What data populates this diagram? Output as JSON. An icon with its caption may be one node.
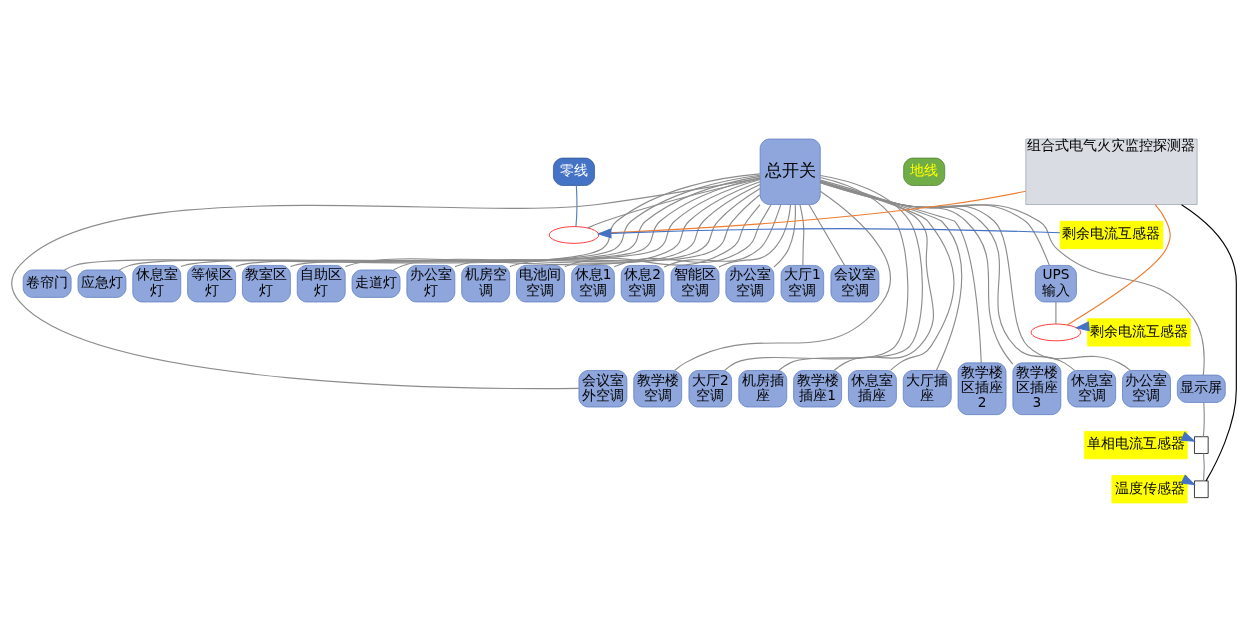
{
  "diagram": {
    "nodes": [
      {
        "text": [
          "零线"
        ]
      },
      {
        "text": [
          "总开关"
        ]
      },
      {
        "text": [
          "地线"
        ]
      },
      {
        "text": [
          "组合式电气火灾监控探测器"
        ]
      },
      {
        "text": [],
        "shape": "ellipse"
      },
      {
        "text": [
          "剩余电流互感器"
        ]
      },
      {
        "text": [
          "卷帘门"
        ]
      },
      {
        "text": [
          "应急灯"
        ]
      },
      {
        "text": [
          "休息室灯"
        ]
      },
      {
        "text": [
          "等候区灯"
        ]
      },
      {
        "text": [
          "教室区灯"
        ]
      },
      {
        "text": [
          "自助区灯"
        ]
      },
      {
        "text": [
          "走道灯"
        ]
      },
      {
        "text": [
          "办公室灯"
        ]
      },
      {
        "text": [
          "机房空调"
        ]
      },
      {
        "text": [
          "电池间空调"
        ]
      },
      {
        "text": [
          "休息1空调"
        ]
      },
      {
        "text": [
          "休息2空调"
        ]
      },
      {
        "text": [
          "智能区空调"
        ]
      },
      {
        "text": [
          "办公室空调"
        ]
      },
      {
        "text": [
          "大厅1空调"
        ]
      },
      {
        "text": [
          "会议室空调"
        ]
      },
      {
        "text": [
          "UPS输入"
        ]
      },
      {
        "text": [],
        "shape": "ellipse"
      },
      {
        "text": [
          "剩余电流互感器"
        ]
      },
      {
        "text": [
          "会议室外空调"
        ]
      },
      {
        "text": [
          "教学楼空调"
        ]
      },
      {
        "text": [
          "大厅2空调"
        ]
      },
      {
        "text": [
          "机房插座"
        ]
      },
      {
        "text": [
          "教学楼插座1"
        ]
      },
      {
        "text": [
          "休息室插座"
        ]
      },
      {
        "text": [
          "大厅插座"
        ]
      },
      {
        "text": [
          "教学楼区插座2"
        ]
      },
      {
        "text": [
          "教学楼区插座3"
        ]
      },
      {
        "text": [
          "休息室空调"
        ]
      },
      {
        "text": [
          "办公室空调"
        ]
      },
      {
        "text": [
          "显示屏"
        ]
      },
      {
        "text": [
          "单相电流互感器"
        ]
      },
      {
        "text": [],
        "shape": "box"
      },
      {
        "text": [
          "温度传感器"
        ]
      },
      {
        "text": [],
        "shape": "box"
      }
    ],
    "edges": [
      {
        "from": 0,
        "to": 4,
        "arrow": "none",
        "color": "#4f81bd"
      },
      {
        "from": 1,
        "to": 4,
        "arrow": "none"
      },
      {
        "from": 4,
        "to": 3,
        "arrow": "none",
        "color": "#ed7d31"
      },
      {
        "from": 5,
        "to": 4,
        "arrow": "to",
        "color": "#4472c4"
      },
      {
        "from": 1,
        "to": 6,
        "arrow": "none"
      },
      {
        "from": 1,
        "to": 7,
        "arrow": "none"
      },
      {
        "from": 1,
        "to": 8,
        "arrow": "none"
      },
      {
        "from": 1,
        "to": 9,
        "arrow": "none"
      },
      {
        "from": 1,
        "to": 10,
        "arrow": "none"
      },
      {
        "from": 1,
        "to": 11,
        "arrow": "none"
      },
      {
        "from": 1,
        "to": 12,
        "arrow": "none"
      },
      {
        "from": 1,
        "to": 13,
        "arrow": "none"
      },
      {
        "from": 1,
        "to": 14,
        "arrow": "none"
      },
      {
        "from": 1,
        "to": 15,
        "arrow": "none"
      },
      {
        "from": 1,
        "to": 16,
        "arrow": "none"
      },
      {
        "from": 1,
        "to": 17,
        "arrow": "none"
      },
      {
        "from": 1,
        "to": 18,
        "arrow": "none"
      },
      {
        "from": 1,
        "to": 19,
        "arrow": "none"
      },
      {
        "from": 1,
        "to": 20,
        "arrow": "none"
      },
      {
        "from": 1,
        "to": 21,
        "arrow": "none"
      },
      {
        "from": 1,
        "to": 22,
        "arrow": "none"
      },
      {
        "from": 22,
        "to": 23,
        "arrow": "none"
      },
      {
        "from": 23,
        "to": 3,
        "arrow": "none",
        "color": "#ed7d31"
      },
      {
        "from": 24,
        "to": 23,
        "arrow": "to",
        "color": "#4472c4"
      },
      {
        "from": 1,
        "to": 25,
        "arrow": "none"
      },
      {
        "from": 1,
        "to": 26,
        "arrow": "none"
      },
      {
        "from": 1,
        "to": 27,
        "arrow": "none"
      },
      {
        "from": 1,
        "to": 28,
        "arrow": "none"
      },
      {
        "from": 1,
        "to": 29,
        "arrow": "none"
      },
      {
        "from": 1,
        "to": 30,
        "arrow": "none"
      },
      {
        "from": 1,
        "to": 31,
        "arrow": "none"
      },
      {
        "from": 1,
        "to": 32,
        "arrow": "none"
      },
      {
        "from": 1,
        "to": 33,
        "arrow": "none"
      },
      {
        "from": 1,
        "to": 34,
        "arrow": "none"
      },
      {
        "from": 1,
        "to": 35,
        "arrow": "none"
      },
      {
        "from": 1,
        "to": 36,
        "arrow": "none"
      },
      {
        "from": 36,
        "to": 38,
        "arrow": "none"
      },
      {
        "from": 38,
        "to": 40,
        "arrow": "none"
      },
      {
        "from": 37,
        "to": 38,
        "arrow": "to",
        "color": "#4472c4"
      },
      {
        "from": 39,
        "to": 40,
        "arrow": "to",
        "color": "#4472c4"
      },
      {
        "from": 40,
        "to": 3,
        "arrow": "none",
        "color": "#000000"
      }
    ]
  }
}
